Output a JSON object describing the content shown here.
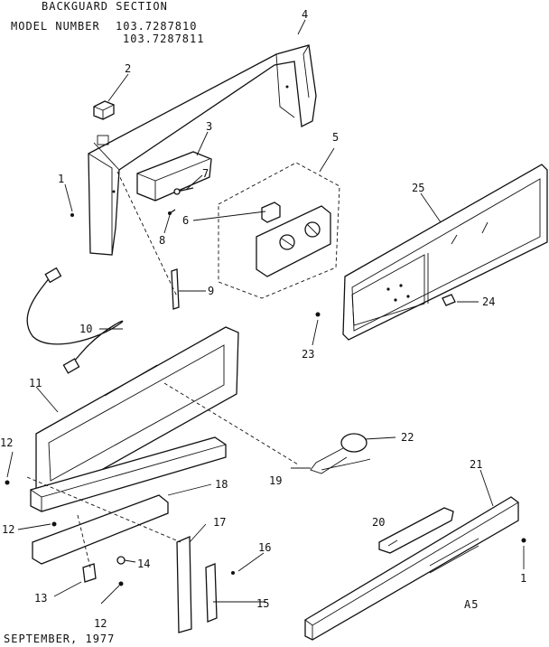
{
  "header": {
    "section_title": "BACKGUARD SECTION",
    "model_label": "MODEL NUMBER",
    "model_numbers": [
      "103.7287810",
      "103.7287811"
    ]
  },
  "footer": {
    "date": "SEPTEMBER, 1977",
    "page_code": "A5"
  },
  "callouts": [
    "1",
    "2",
    "3",
    "4",
    "5",
    "6",
    "7",
    "8",
    "9",
    "10",
    "11",
    "12",
    "13",
    "14",
    "15",
    "16",
    "17",
    "18",
    "19",
    "20",
    "21",
    "22",
    "23",
    "24",
    "25"
  ],
  "callout_labels": {
    "c1a": "1",
    "c1b": "1",
    "c2": "2",
    "c3": "3",
    "c4": "4",
    "c5": "5",
    "c6": "6",
    "c7": "7",
    "c8": "8",
    "c9": "9",
    "c10": "10",
    "c11": "11",
    "c12a": "12",
    "c12b": "12",
    "c12c": "12",
    "c13": "13",
    "c14": "14",
    "c15": "15",
    "c16": "16",
    "c17": "17",
    "c18": "18",
    "c19": "19",
    "c20": "20",
    "c21": "21",
    "c22": "22",
    "c23": "23",
    "c24": "24",
    "c25": "25"
  }
}
